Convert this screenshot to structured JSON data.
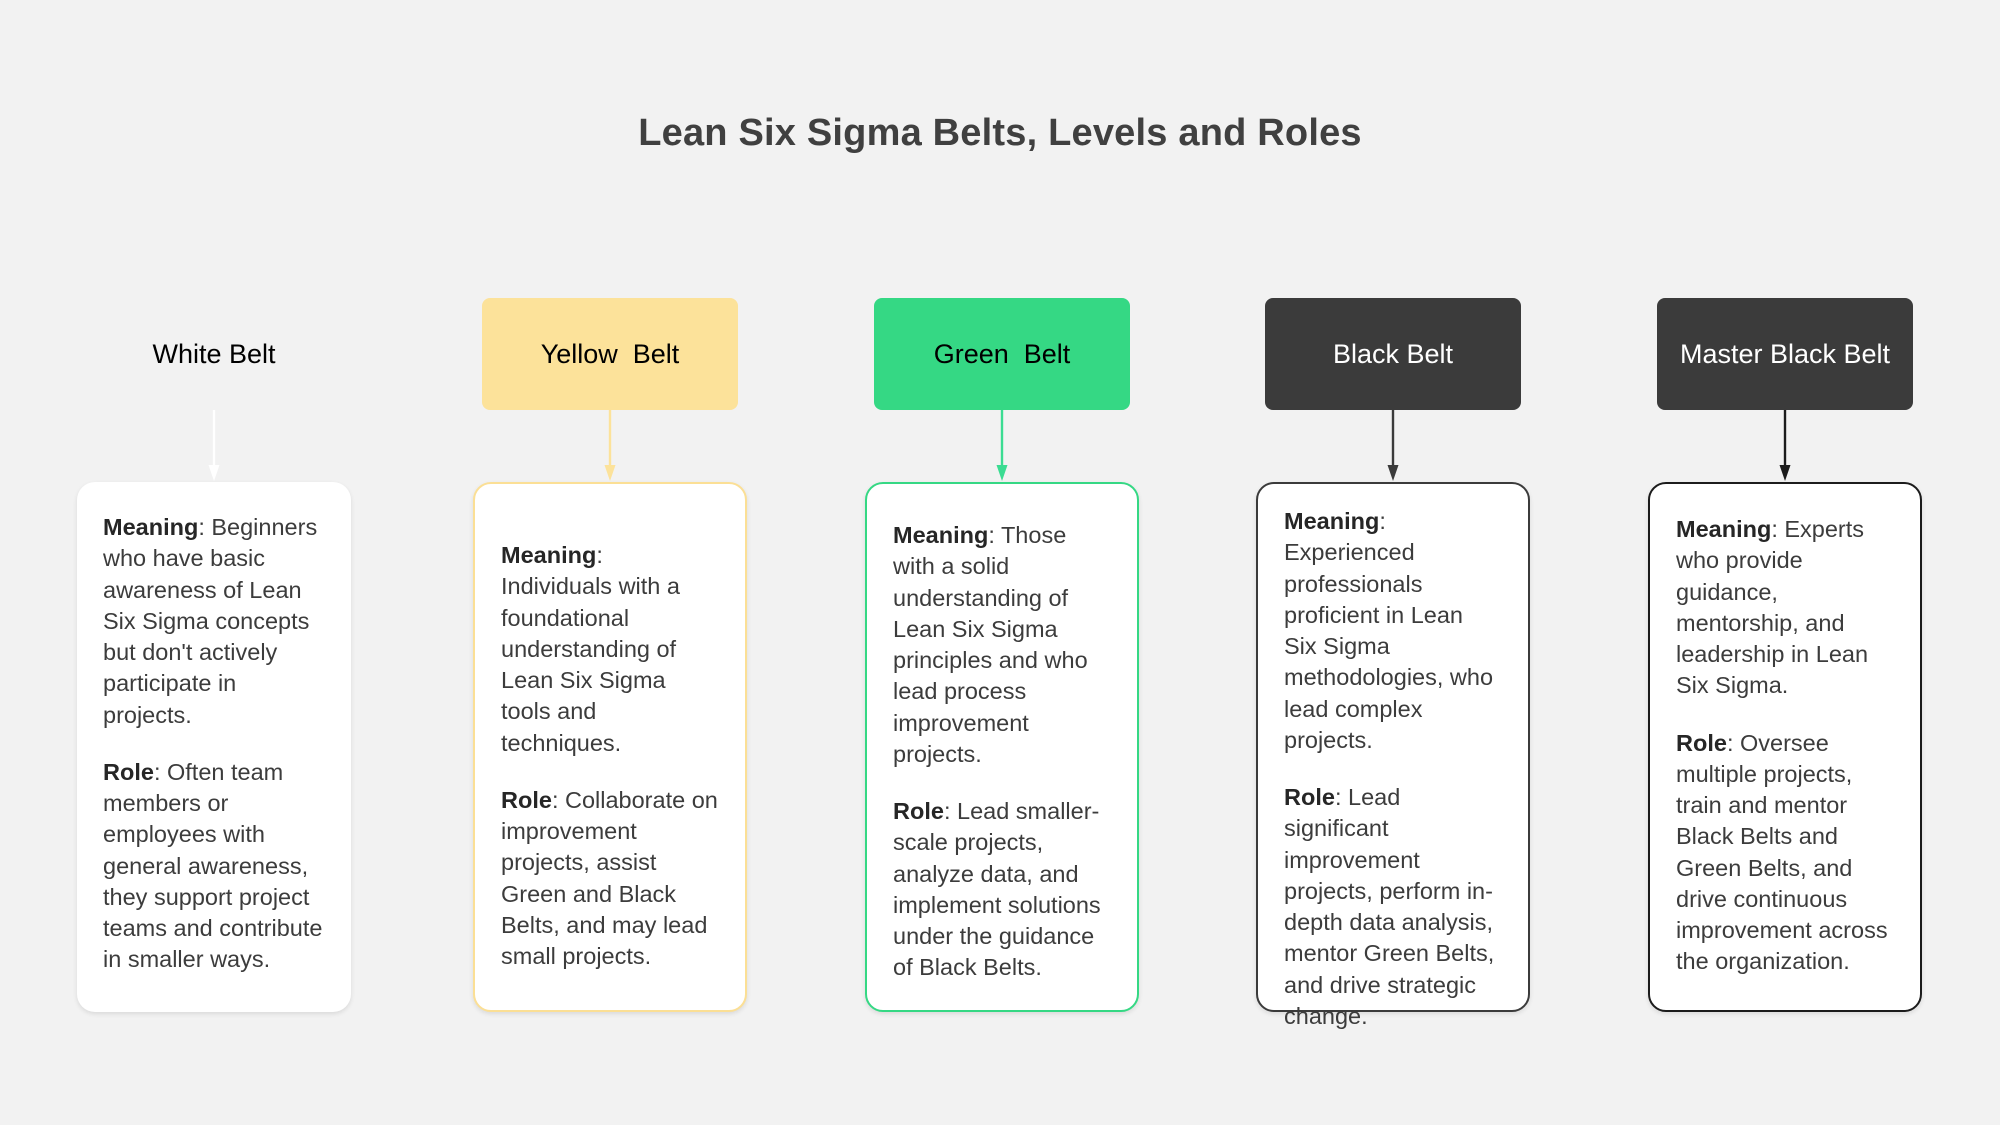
{
  "title": "Lean Six Sigma Belts, Levels and Roles",
  "theme": {
    "page_background": "#f2f2f2",
    "title_color": "#404040",
    "card_background": "#ffffff",
    "body_text_color": "#3c3c3c"
  },
  "columns": [
    {
      "id": "white-belt",
      "belt_label": "White Belt",
      "belt_box_fill": "#ffffff",
      "belt_box_text_color": "#3c3c3c",
      "connector_color": "#ffffff",
      "card_border_color": "#ffffff",
      "meaning_label": "Meaning",
      "meaning_text": ": Beginners who have basic awareness of Lean Six Sigma concepts but don't actively participate in projects.",
      "role_label": "Role",
      "role_text": ": Often team members or employees with general awareness, they support project teams and contribute in smaller ways."
    },
    {
      "id": "yellow-belt",
      "belt_label": "Yellow  Belt",
      "belt_box_fill": "#fce29a",
      "belt_box_text_color": "#3c3c3c",
      "connector_color": "#fce29a",
      "card_border_color": "#fbdf95",
      "meaning_label": "Meaning",
      "meaning_text": ": Individuals with a foundational understanding of Lean Six Sigma tools and techniques.",
      "role_label": "Role",
      "role_text": ": Collaborate on improvement projects, assist Green and Black Belts, and may lead small projects."
    },
    {
      "id": "green-belt",
      "belt_label": "Green  Belt",
      "belt_box_fill": "#35d884",
      "belt_box_text_color": "#2d2d2d",
      "connector_color": "#3bdc92",
      "card_border_color": "#35d884",
      "meaning_label": "Meaning",
      "meaning_text": ": Those with a solid understanding of Lean Six Sigma principles and who lead process improvement projects.",
      "role_label": "Role",
      "role_text": ": Lead smaller-scale projects, analyze data, and implement solutions under the guidance of Black Belts."
    },
    {
      "id": "black-belt",
      "belt_label": "Black Belt",
      "belt_box_fill": "#3b3b3b",
      "belt_box_text_color": "#ffffff",
      "connector_color": "#3b3b3b",
      "card_border_color": "#3b3b3b",
      "meaning_label": "Meaning",
      "meaning_text": ": Experienced professionals proficient in Lean Six Sigma methodologies, who lead complex projects.",
      "role_label": "Role",
      "role_text": ": Lead significant improvement projects, perform in-depth data analysis, mentor Green Belts, and drive strategic change."
    },
    {
      "id": "master-black-belt",
      "belt_label": "Master Black Belt",
      "belt_box_fill": "#3b3b3b",
      "belt_box_text_color": "#ffffff",
      "connector_color": "#1c1c1c",
      "card_border_color": "#1c1c1c",
      "meaning_label": "Meaning",
      "meaning_text": ": Experts who provide guidance, mentorship, and leadership in Lean Six Sigma.",
      "role_label": "Role",
      "role_text": ": Oversee multiple projects, train and mentor Black Belts and Green Belts, and drive continuous improvement across the organization."
    }
  ]
}
